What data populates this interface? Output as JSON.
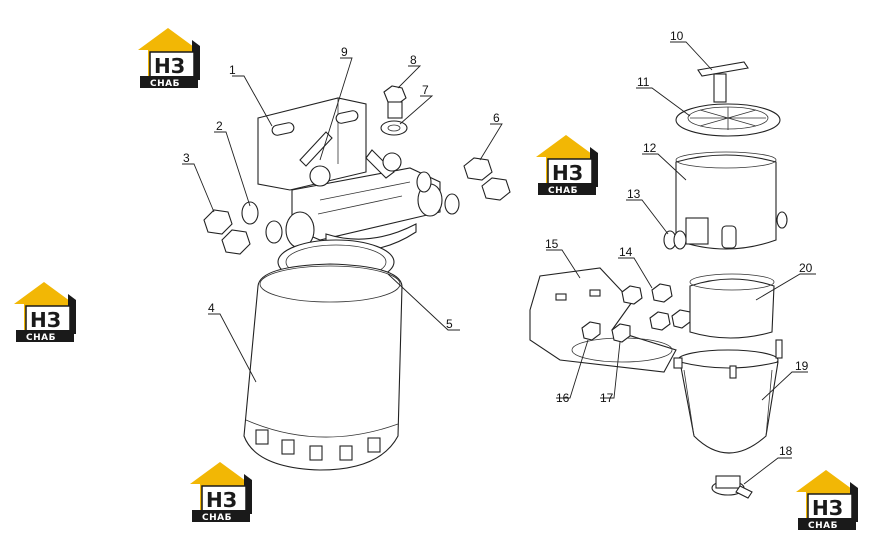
{
  "logo": {
    "mark": "НЗ",
    "name": "СНАБ",
    "colors": {
      "roof": "#f2b705",
      "box": "#1a1a1a",
      "plate": "#ffffff"
    }
  },
  "callouts": [
    "1",
    "2",
    "3",
    "4",
    "5",
    "6",
    "7",
    "8",
    "9",
    "10",
    "11",
    "12",
    "13",
    "14",
    "15",
    "16",
    "17",
    "18",
    "19",
    "20"
  ]
}
